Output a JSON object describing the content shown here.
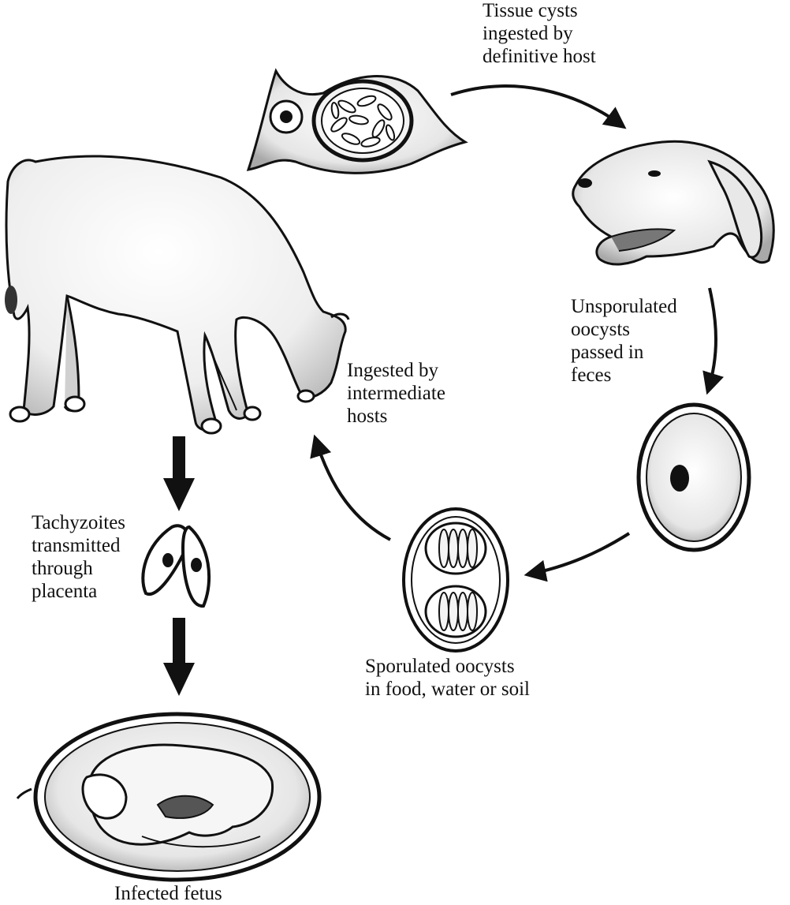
{
  "labels": {
    "tissue_cysts": [
      "Tissue cysts",
      "ingested by",
      "definitive host"
    ],
    "unsporulated": [
      "Unsporulated",
      "oocysts",
      "passed in",
      "feces"
    ],
    "ingested_intermediate": [
      "Ingested by",
      "intermediate",
      "hosts"
    ],
    "tachyzoites": [
      "Tachyzoites",
      "transmitted",
      "through",
      "placenta"
    ],
    "sporulated": [
      "Sporulated oocysts",
      "in food, water or soil"
    ],
    "infected_fetus": [
      "Infected fetus"
    ]
  },
  "colors": {
    "ink": "#111111",
    "shade": "#cfcfcf",
    "background": "#ffffff"
  }
}
